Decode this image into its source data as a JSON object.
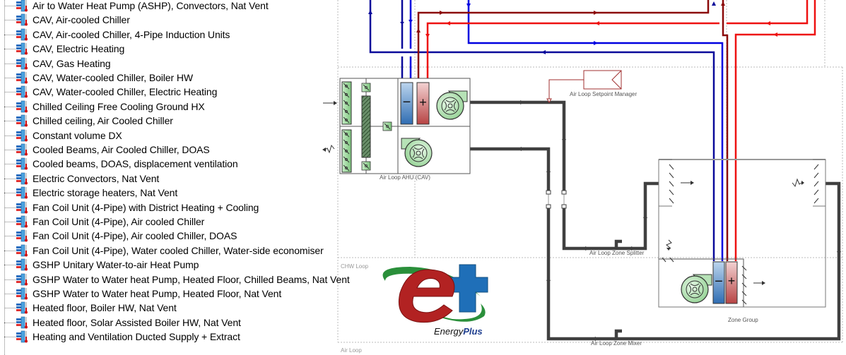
{
  "tree": {
    "items": [
      {
        "label": "Air to Water Heat Pump (ASHP), Convectors, Nat Vent",
        "icon": "hvac-template-icon"
      },
      {
        "label": "CAV, Air-cooled Chiller",
        "icon": "hvac-template-icon"
      },
      {
        "label": "CAV, Air-cooled Chiller, 4-Pipe Induction Units",
        "icon": "hvac-template-icon"
      },
      {
        "label": "CAV, Electric Heating",
        "icon": "hvac-template-icon"
      },
      {
        "label": "CAV, Gas Heating",
        "icon": "hvac-template-icon"
      },
      {
        "label": "CAV, Water-cooled Chiller, Boiler HW",
        "icon": "hvac-template-icon"
      },
      {
        "label": "CAV, Water-cooled Chiller, Electric Heating",
        "icon": "hvac-template-icon"
      },
      {
        "label": "Chilled Ceiling Free Cooling Ground HX",
        "icon": "hvac-template-icon"
      },
      {
        "label": "Chilled ceiling, Air Cooled Chiller",
        "icon": "hvac-template-icon"
      },
      {
        "label": "Constant volume DX",
        "icon": "hvac-template-icon"
      },
      {
        "label": "Cooled Beams, Air Cooled Chiller, DOAS",
        "icon": "hvac-template-icon"
      },
      {
        "label": "Cooled beams, DOAS, displacement ventilation",
        "icon": "hvac-template-icon"
      },
      {
        "label": "Electric Convectors, Nat Vent",
        "icon": "hvac-template-icon"
      },
      {
        "label": "Electric storage heaters, Nat Vent",
        "icon": "hvac-template-icon"
      },
      {
        "label": "Fan Coil Unit (4-Pipe) with District Heating + Cooling",
        "icon": "hvac-template-icon"
      },
      {
        "label": "Fan Coil Unit (4-Pipe), Air cooled Chiller",
        "icon": "hvac-template-icon"
      },
      {
        "label": "Fan Coil Unit (4-Pipe), Air cooled Chiller, DOAS",
        "icon": "hvac-template-icon"
      },
      {
        "label": "Fan Coil Unit (4-Pipe), Water cooled Chiller, Water-side economiser",
        "icon": "hvac-template-icon"
      },
      {
        "label": "GSHP Unitary Water-to-air Heat Pump",
        "icon": "hvac-template-icon"
      },
      {
        "label": "GSHP Water to Water heat Pump, Heated Floor, Chilled Beams, Nat Vent",
        "icon": "hvac-template-icon"
      },
      {
        "label": "GSHP Water to Water heat Pump, Heated Floor, Nat Vent",
        "icon": "hvac-template-icon"
      },
      {
        "label": "Heated  floor, Boiler HW, Nat Vent",
        "icon": "hvac-template-icon"
      },
      {
        "label": "Heated  floor, Solar Assisted Boiler HW, Nat Vent",
        "icon": "hvac-template-icon"
      },
      {
        "label": "Heating and Ventilation Ducted Supply + Extract",
        "icon": "hvac-template-icon"
      }
    ]
  },
  "diagram": {
    "labels": {
      "ahu": "Air Loop AHU (CAV)",
      "setpoint_manager": "Air Loop Setpoint Manager",
      "zone_splitter": "Air Loop Zone Splitter",
      "zone_mixer": "Air Loop Zone Mixer",
      "zone_group": "Zone Group",
      "chw_loop": "CHW Loop",
      "air_loop": "Air Loop"
    },
    "coil_symbols": {
      "cooling": "−",
      "heating": "+"
    },
    "logo": {
      "name_light": "Energy",
      "name_bold": "Plus"
    },
    "colors": {
      "chw_supply": "#0000e0",
      "chw_return": "#0a0a9a",
      "hw_supply": "#ee1111",
      "hw_return": "#8b0a0a",
      "air_duct": "#404040",
      "setpoint": "#a03030",
      "coil_cool": "#3a7ac0",
      "coil_heat": "#c05050",
      "fan_green": "#9ed99e",
      "logo_red": "#b22222",
      "logo_blue": "#1f6fb8",
      "logo_green": "#2a8f3a"
    }
  }
}
